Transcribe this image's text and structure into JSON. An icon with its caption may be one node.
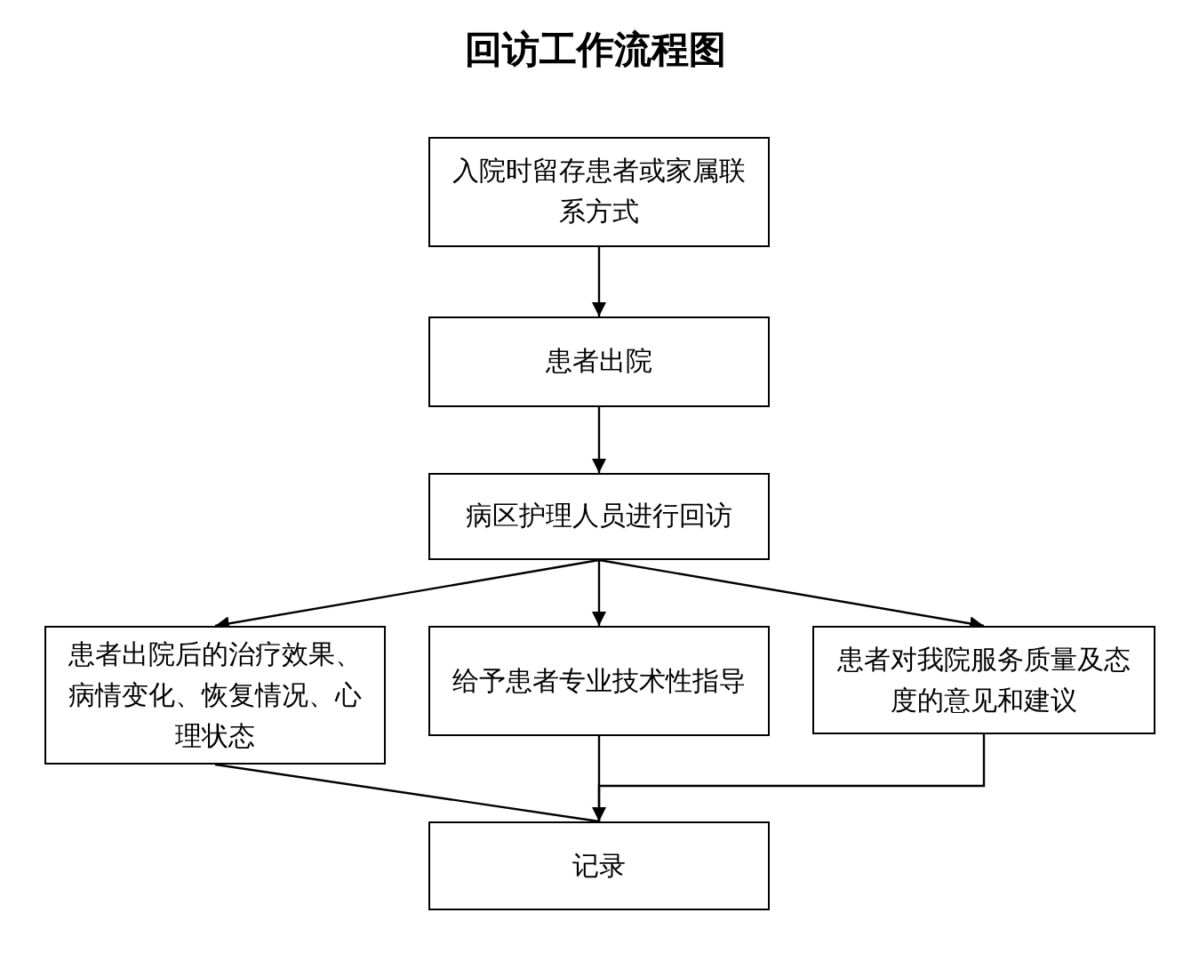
{
  "diagram": {
    "title": "回访工作流程图",
    "nodes": [
      {
        "text": [
          "入院时留存患者或家属联系方式"
        ]
      },
      {
        "text": [
          "患者出院"
        ]
      },
      {
        "text": [
          "病区护理人员进行回访"
        ]
      },
      {
        "text": [
          "患者出院后的治疗效果、病情变化、恢复情况、心理状态"
        ]
      },
      {
        "text": [
          "给予患者专业技术性指导"
        ]
      },
      {
        "text": [
          "患者对我院服务质量及态度的意见和建议"
        ]
      },
      {
        "text": [
          "记录"
        ]
      }
    ],
    "edges": [
      {
        "from": 0,
        "to": 1,
        "arrow": "to"
      },
      {
        "from": 1,
        "to": 2,
        "arrow": "to"
      },
      {
        "from": 2,
        "to": 3,
        "arrow": "to"
      },
      {
        "from": 2,
        "to": 4,
        "arrow": "to"
      },
      {
        "from": 2,
        "to": 5,
        "arrow": "to"
      },
      {
        "from": 3,
        "to": 6,
        "arrow": "none"
      },
      {
        "from": 4,
        "to": 6,
        "arrow": "to"
      },
      {
        "from": 5,
        "to": 6,
        "arrow": "none"
      }
    ]
  }
}
